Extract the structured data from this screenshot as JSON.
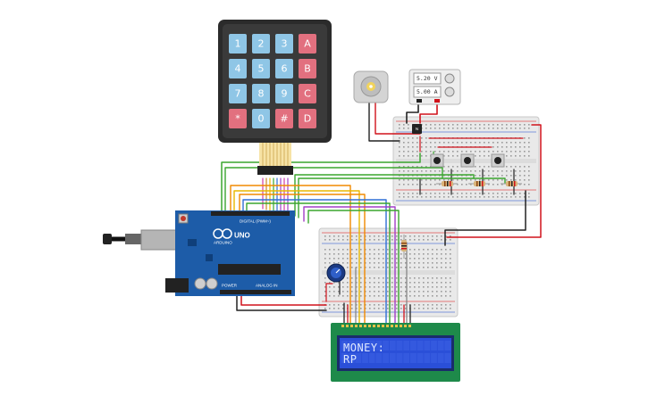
{
  "keypad": {
    "keys": [
      [
        "1",
        "2",
        "3",
        "A"
      ],
      [
        "4",
        "5",
        "6",
        "B"
      ],
      [
        "7",
        "8",
        "9",
        "C"
      ],
      [
        "*",
        "0",
        "#",
        "D"
      ]
    ]
  },
  "power_supply": {
    "voltage": "5.20 V",
    "current": "5.00 A"
  },
  "arduino": {
    "model": "UNO",
    "brand": "ARDUINO",
    "header_digital": "DIGITAL (PWM~)",
    "header_power": "POWER",
    "header_analog": "ANALOG IN"
  },
  "lcd": {
    "line1": "MONEY:",
    "line2": "RP"
  },
  "colors": {
    "wire_red": "#d0121b",
    "wire_black": "#222222",
    "wire_green": "#3aa52f",
    "wire_yellow": "#e8b800",
    "wire_orange": "#f08a00",
    "wire_blue": "#2f6fd6",
    "wire_purple": "#a23fc8",
    "wire_magenta": "#d23ea7",
    "board_blue": "#1d5ca8",
    "lcd_screen": "#2a4fd8",
    "lcd_pcb": "#1e8a4a",
    "key_blue": "#8fc6e6",
    "key_red": "#e2707f"
  }
}
